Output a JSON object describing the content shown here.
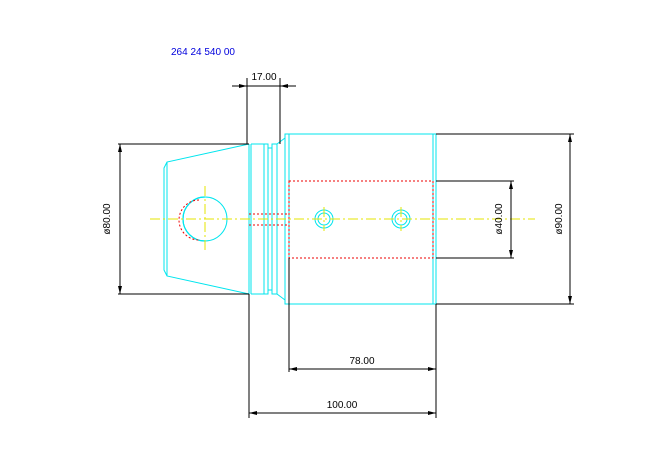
{
  "drawing": {
    "part_number": "264 24 540 00",
    "dimensions": {
      "collar_width": "17.00",
      "left_diameter": "ø80.00",
      "right_diameter": "ø90.00",
      "bore_diameter": "ø40.00",
      "bore_depth": "78.00",
      "overall_length": "100.00"
    }
  },
  "colors": {
    "outline": "#00e5ee",
    "hidden": "#ee0000",
    "center": "#e6e600",
    "dimension": "#000000",
    "part_number": "#0000dd"
  }
}
